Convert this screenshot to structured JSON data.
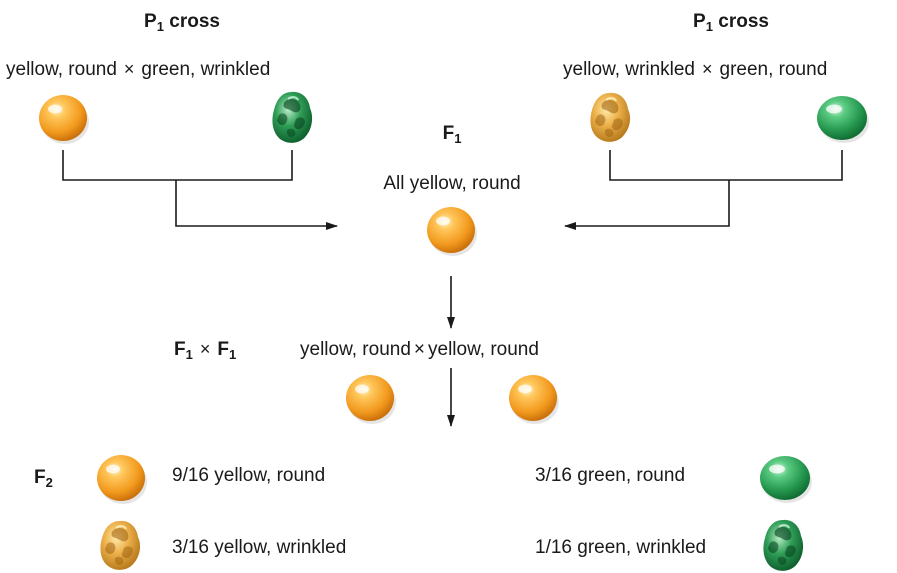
{
  "colors": {
    "yellow": "#f2a93a",
    "green": "#2f9e57",
    "line": "#1a1a1a"
  },
  "left_cross": {
    "title": "P",
    "title_sub": "1",
    "title_suffix": " cross",
    "parent_a": "yellow, round",
    "times": "×",
    "parent_b": "green, wrinkled",
    "seed_a": "yellow-round-seed",
    "seed_b": "green-wrinkled-seed"
  },
  "right_cross": {
    "title": "P",
    "title_sub": "1",
    "title_suffix": " cross",
    "parent_a": "yellow, wrinkled",
    "times": "×",
    "parent_b": "green, round",
    "seed_a": "yellow-wrinkled-seed",
    "seed_b": "green-round-seed"
  },
  "f1": {
    "label": "F",
    "label_sub": "1",
    "text": "All yellow, round"
  },
  "selfcross": {
    "f_a": "F",
    "f_a_sub": "1",
    "times": "×",
    "f_b": "F",
    "f_b_sub": "1",
    "parent_a": "yellow, round",
    "cross": "×",
    "parent_b": "yellow, round"
  },
  "f2": {
    "label": "F",
    "label_sub": "2",
    "classes": [
      {
        "fraction": "9/16",
        "phenotype": "yellow, round"
      },
      {
        "fraction": "3/16",
        "phenotype": "yellow, wrinkled"
      },
      {
        "fraction": "3/16",
        "phenotype": "green, round"
      },
      {
        "fraction": "1/16",
        "phenotype": "green, wrinkled"
      }
    ]
  }
}
